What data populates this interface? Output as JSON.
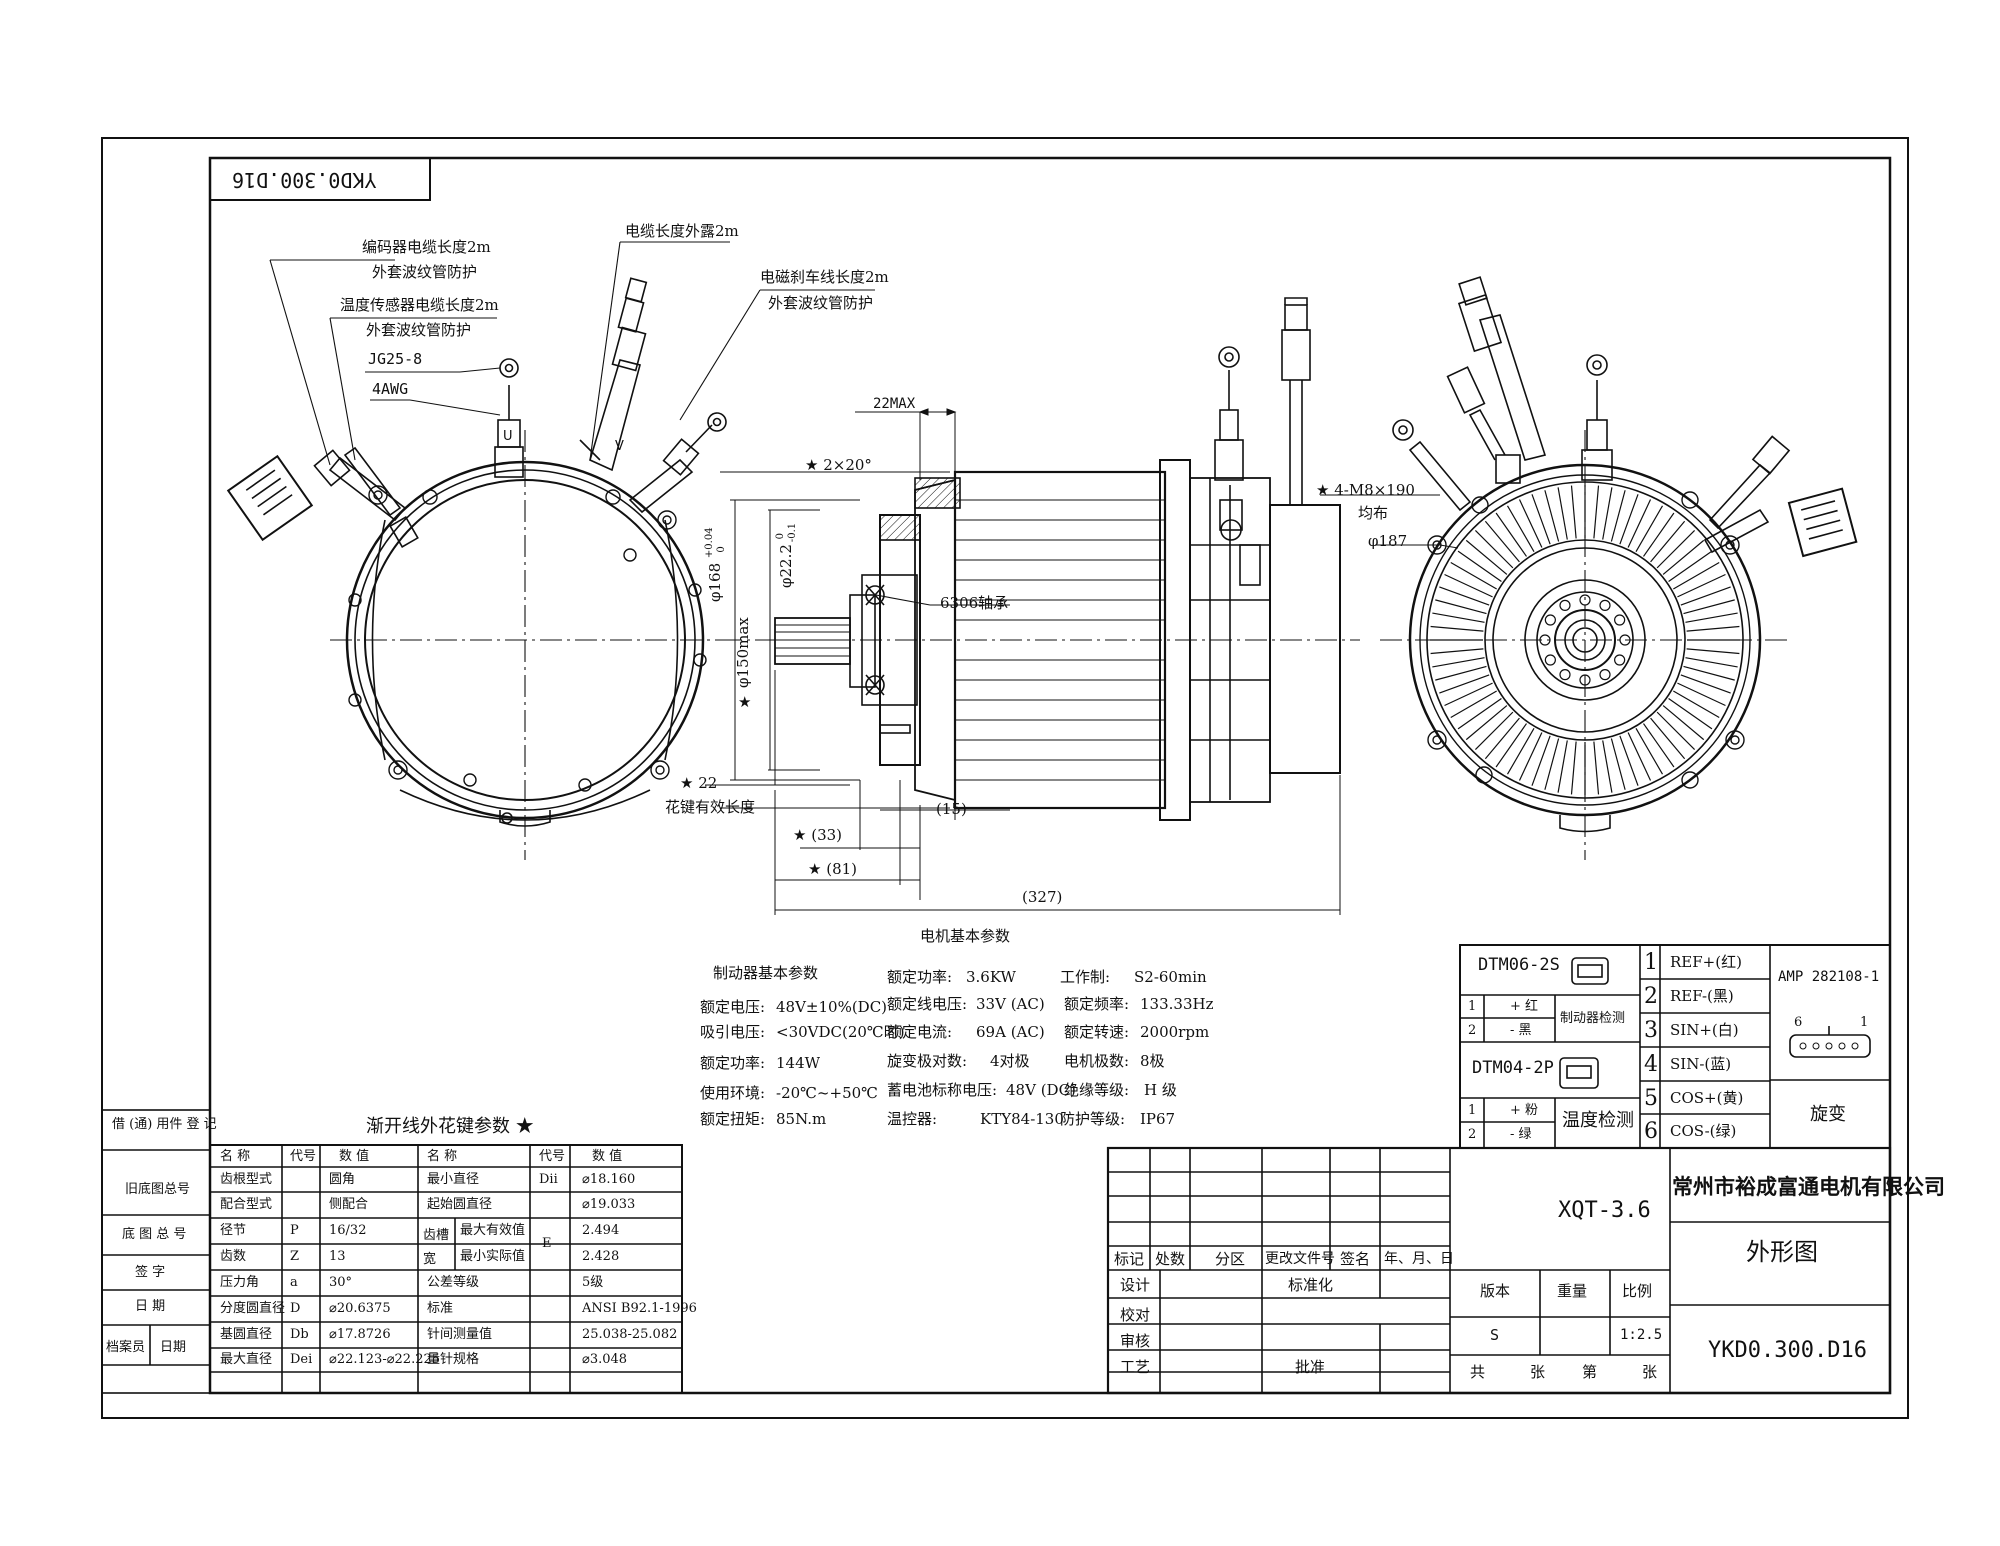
{
  "drawing_no_top": "YKD0.300.D16",
  "callouts": {
    "encoder_cable": "编码器电缆长度2m",
    "encoder_sleeve": "外套波纹管防护",
    "temp_cable": "温度传感器电缆长度2m",
    "temp_sleeve": "外套波纹管防护",
    "lug": "JG25-8",
    "wire": "4AWG",
    "cable_exposed": "电缆长度外露2m",
    "brake_cable": "电磁刹车线长度2m",
    "brake_sleeve": "外套波纹管防护"
  },
  "phases": {
    "u": "U",
    "v": "V"
  },
  "dims": {
    "d22max": "22MAX",
    "chamfer": "★ 2×20°",
    "bearing": "6306轴承",
    "d168": "φ168",
    "d168_tol_top": "+0.04",
    "d168_tol_bot": "0",
    "d22_2": "φ22.2",
    "d22_tol_top": "0",
    "d22_tol_bot": "-0.1",
    "d150": "φ150max",
    "star": "★",
    "spline_len_num": "★ 22",
    "spline_len": "花键有效长度",
    "d15": "(15)",
    "d33": "★ (33)",
    "d81": "★ (81)",
    "d327": "(327)",
    "holes": "★ 4-M8×190",
    "holes2": "均布",
    "d187": "φ187"
  },
  "motor_params": {
    "title": "电机基本参数",
    "rows": [
      [
        "额定功率:",
        "3.6KW",
        "工作制:",
        "S2-60min"
      ],
      [
        "额定线电压:",
        "33V (AC)",
        "额定频率:",
        "133.33Hz"
      ],
      [
        "额定电流:",
        "69A (AC)",
        "额定转速:",
        "2000rpm"
      ],
      [
        "旋变极对数:",
        "4对极",
        "电机极数:",
        "8极"
      ],
      [
        "蓄电池标称电压:",
        "48V (DC)",
        "绝缘等级:",
        "H 级"
      ],
      [
        "温控器:",
        "KTY84-130",
        "防护等级:",
        "IP67"
      ]
    ]
  },
  "brake_params": {
    "title": "制动器基本参数",
    "rows": [
      [
        "额定电压:",
        "48V±10%(DC)"
      ],
      [
        "吸引电压:",
        "<30VDC(20℃时)"
      ],
      [
        "额定功率:",
        "144W"
      ],
      [
        "使用环境:",
        "-20℃~+50℃"
      ],
      [
        "额定扭矩:",
        "85N.m"
      ]
    ]
  },
  "spline_table": {
    "title": "渐开线外花键参数 ★",
    "headers": [
      "名 称",
      "代号",
      "数 值",
      "名 称",
      "代号",
      "数 值"
    ],
    "rows": [
      [
        "齿根型式",
        "",
        "圆角",
        "最小直径",
        "Dii",
        "⌀18.160"
      ],
      [
        "配合型式",
        "",
        "侧配合",
        "起始圆直径",
        "",
        "⌀19.033"
      ],
      [
        "径节",
        "P",
        "16/32",
        "最大有效值",
        "E",
        "2.494"
      ],
      [
        "齿数",
        "Z",
        "13",
        "最小实际值",
        "",
        "2.428"
      ],
      [
        "压力角",
        "a",
        "30°",
        "公差等级",
        "",
        "5级"
      ],
      [
        "分度圆直径",
        "D",
        "⌀20.6375",
        "标准",
        "",
        "ANSI B92.1-1996"
      ],
      [
        "基圆直径",
        "Db",
        "⌀17.8726",
        "针间测量值",
        "",
        "25.038-25.082"
      ],
      [
        "最大直径",
        "Dei",
        "⌀22.123-⌀22.225",
        "量针规格",
        "",
        "⌀3.048"
      ]
    ],
    "merged_label": "齿槽宽"
  },
  "left_strip": [
    "借 (通) 用件 登 记",
    "旧底图总号",
    "底 图 总 号",
    "签  字",
    "日  期",
    "档案员",
    "日期"
  ],
  "connectors": {
    "dtm06": "DTM06-2S",
    "dtm06_rows": [
      [
        "1",
        "+ 红"
      ],
      [
        "2",
        "- 黑"
      ]
    ],
    "dtm06_label": "制动器检测",
    "dtm04": "DTM04-2P",
    "dtm04_rows": [
      [
        "1",
        "+ 粉"
      ],
      [
        "2",
        "- 绿"
      ]
    ],
    "dtm04_label": "温度检测",
    "resolver_rows": [
      [
        "1",
        "REF+(红)"
      ],
      [
        "2",
        "REF-(黑)"
      ],
      [
        "3",
        "SIN+(白)"
      ],
      [
        "4",
        "SIN-(蓝)"
      ],
      [
        "5",
        "COS+(黄)"
      ],
      [
        "6",
        "COS-(绿)"
      ]
    ],
    "amp": "AMP 282108-1",
    "pin6": "6",
    "pin1": "1",
    "resolver": "旋变"
  },
  "title_block": {
    "model": "XQT-3.6",
    "company": "常州市裕成富通电机有限公司",
    "drawing_name": "外形图",
    "drawing_no": "YKD0.300.D16",
    "rev_headers": [
      "标记",
      "处数",
      "分区",
      "更改文件号",
      "签名",
      "年、月、日"
    ],
    "roles": [
      "设计",
      "校对",
      "审核",
      "工艺"
    ],
    "std": "标准化",
    "approve": "批准",
    "version_h": "版本",
    "weight_h": "重量",
    "scale_h": "比例",
    "version": "S",
    "scale": "1:2.5",
    "sheets": [
      "共",
      "张",
      "第",
      "张"
    ]
  }
}
